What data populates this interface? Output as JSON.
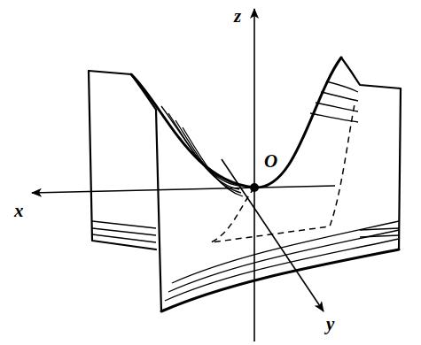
{
  "diagram": {
    "labels": [
      "z",
      "O",
      "x",
      "y"
    ]
  }
}
